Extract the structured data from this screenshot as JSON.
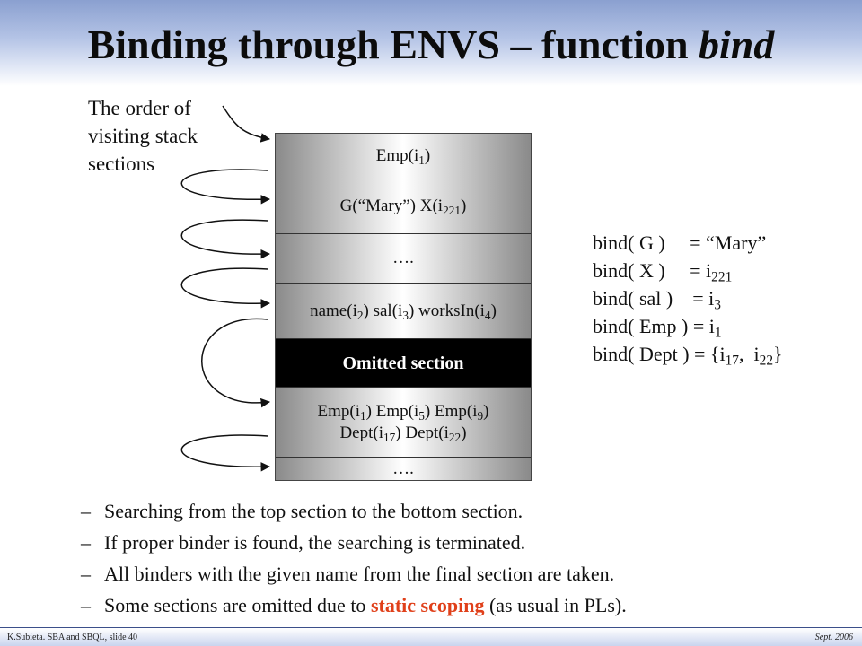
{
  "title": {
    "main": "Binding through ENVS – function ",
    "italic": "bind"
  },
  "order_label": [
    "The order of",
    "visiting stack",
    "sections"
  ],
  "stack": {
    "s1": {
      "a": "Emp(i",
      "a_sub": "1",
      "a_end": ")"
    },
    "s2": {
      "a": "G(“Mary”) X(i",
      "a_sub": "221",
      "a_end": ")"
    },
    "s3": {
      "text": "…."
    },
    "s4": {
      "a": "name(i",
      "a_sub": "2",
      "b": ") sal(i",
      "b_sub": "3",
      "c": ") worksIn(i",
      "c_sub": "4",
      "c_end": ")"
    },
    "s5": {
      "text": "Omitted section"
    },
    "s6": {
      "l1a": "Emp(i",
      "l1a_sub": "1",
      "l1b": ") Emp(i",
      "l1b_sub": "5",
      "l1c": ") Emp(i",
      "l1c_sub": "9",
      "l1_end": ")",
      "l2a": "Dept(i",
      "l2a_sub": "17",
      "l2b": ") Dept(i",
      "l2b_sub": "22",
      "l2_end": ")"
    },
    "s7": {
      "text": "…."
    }
  },
  "binds": {
    "g": {
      "label": "bind( G )     = “Mary”"
    },
    "x": {
      "label": "bind( X )     = i",
      "sub": "221"
    },
    "sal": {
      "label": "bind( sal )    = i",
      "sub": "3"
    },
    "emp": {
      "label": "bind( Emp ) = i",
      "sub": "1"
    },
    "dept": {
      "label": "bind( Dept ) = {i",
      "sub1": "17",
      "mid": ",  i",
      "sub2": "22",
      "end": "}"
    }
  },
  "bullets": {
    "b1": "Searching from the top section to the bottom section.",
    "b2": "If proper binder is found, the searching is terminated.",
    "b3": "All binders with the given name from the final section are taken.",
    "b4_pre": "Some sections are omitted due to ",
    "b4_hl": "static scoping",
    "b4_post": " (as usual in PLs)."
  },
  "dash": "–",
  "footer": {
    "left": "K.Subieta. SBA and SBQL, slide 40",
    "right": "Sept. 2006"
  },
  "colors": {
    "highlight": "#e0401a",
    "header": "#8aa0d0",
    "omitted_bg": "#000000"
  }
}
